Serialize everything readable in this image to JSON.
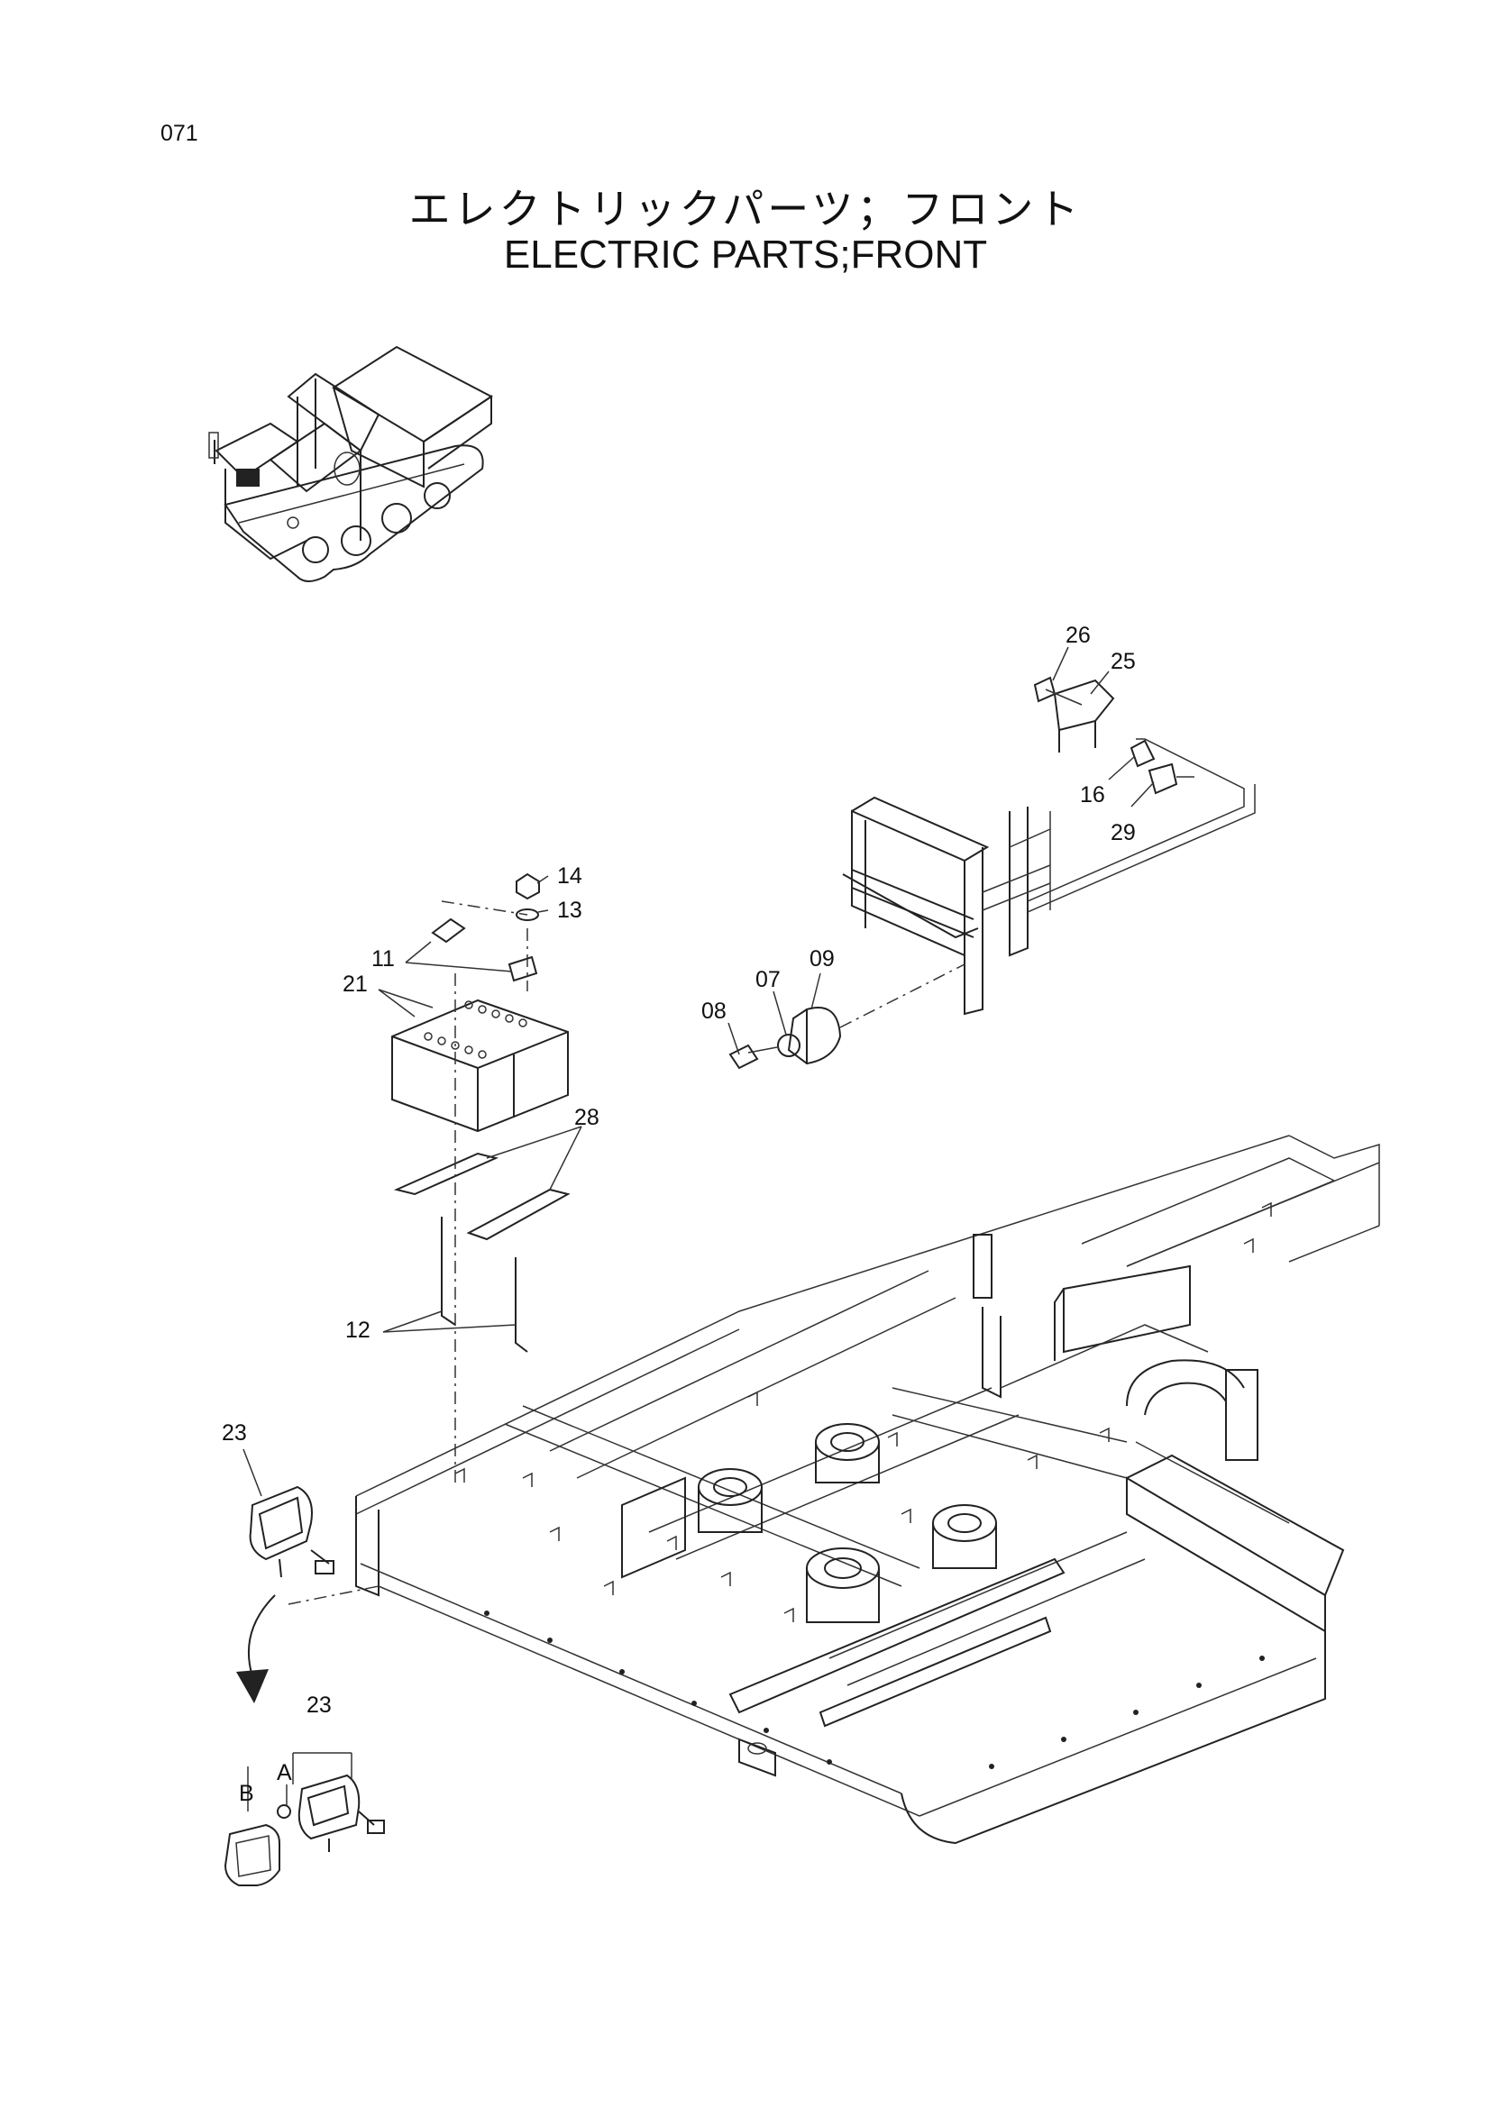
{
  "page": {
    "number": "071",
    "title_jp": "エレクトリックパーツ；フロント",
    "title_en": "ELECTRIC PARTS;FRONT"
  },
  "callouts": {
    "c26": "26",
    "c25": "25",
    "c16": "16",
    "c29": "29",
    "c14": "14",
    "c13": "13",
    "c11": "11",
    "c21": "21",
    "c09": "09",
    "c07": "07",
    "c08": "08",
    "c28": "28",
    "c12": "12",
    "c23a": "23",
    "c23b": "23",
    "cA": "A",
    "cB": "B"
  }
}
